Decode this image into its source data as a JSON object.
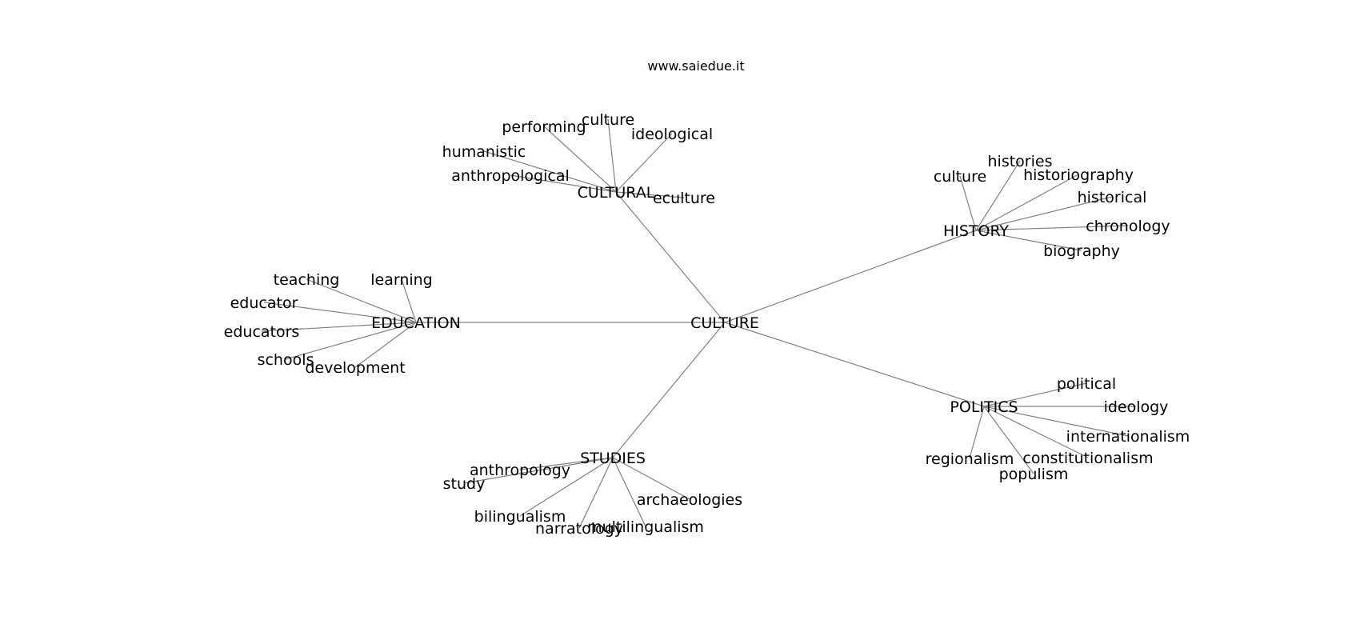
{
  "header": {
    "site": "www.saiedue.it"
  },
  "colors": {
    "edge": "#808080",
    "text": "#000000",
    "background": "#ffffff"
  },
  "root": "CULTURE",
  "branches": [
    {
      "label": "CULTURAL",
      "children": [
        "performing",
        "culture",
        "ideological",
        "humanistic",
        "anthropological",
        "eculture"
      ]
    },
    {
      "label": "HISTORY",
      "children": [
        "culture",
        "histories",
        "historiography",
        "historical",
        "chronology",
        "biography"
      ]
    },
    {
      "label": "EDUCATION",
      "children": [
        "teaching",
        "learning",
        "educator",
        "educators",
        "schools",
        "development"
      ]
    },
    {
      "label": "POLITICS",
      "children": [
        "political",
        "ideology",
        "internationalism",
        "regionalism",
        "constitutionalism",
        "populism"
      ]
    },
    {
      "label": "STUDIES",
      "children": [
        "anthropology",
        "study",
        "archaeologies",
        "bilingualism",
        "narratology",
        "multilingualism"
      ]
    }
  ]
}
